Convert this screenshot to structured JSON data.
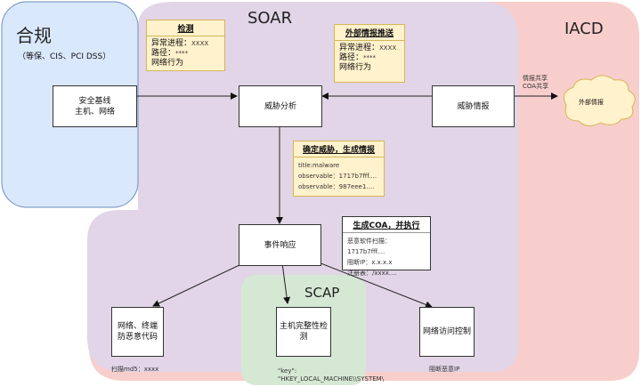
{
  "regions": {
    "compliance": {
      "title": "合规",
      "subtitle": "（等保、CIS、PCI DSS）",
      "color": "#dae8fc"
    },
    "soar": {
      "title": "SOAR",
      "color": "#e1d5e7"
    },
    "iacd": {
      "title": "IACD",
      "color": "#f8cecc"
    },
    "scap": {
      "title": "SCAP",
      "color": "#d5e8d4"
    }
  },
  "nodes": {
    "baseline": {
      "line1": "安全基线",
      "line2": "主机、网络"
    },
    "analysis": {
      "label": "威胁分析"
    },
    "intel": {
      "label": "威胁情报"
    },
    "response": {
      "label": "事件响应"
    },
    "antimalware": {
      "line1": "网络、终端",
      "line2": "防恶意代码"
    },
    "integrity": {
      "line1": "主机完整性检",
      "line2": "测"
    },
    "access": {
      "label": "网络访问控制"
    },
    "external": {
      "label": "外部情报"
    }
  },
  "notes": {
    "detect": {
      "title": "检测",
      "row1_label": "异常进程：",
      "row1_value": "XXXX",
      "row2_label": "路径：",
      "row2_value": "****",
      "row3": "网络行为"
    },
    "external_push": {
      "title": "外部情报推送",
      "row1_label": "异常进程：",
      "row1_value": "XXXX",
      "row2_label": "路径：",
      "row2_value": "****",
      "row3": "网络行为"
    },
    "confirm": {
      "title": "确定威胁，生成情报",
      "rows": [
        "title:malware",
        "observable：1717b7fff....",
        "observable：987eee1...."
      ]
    },
    "coa": {
      "title": "生成COA，并执行",
      "rows": [
        "恶意软件扫描：1717b7fff....",
        "阻断IP：x.x.x.x",
        "注册表：/xxxx...."
      ]
    }
  },
  "edge_labels": {
    "share1": "情报共享",
    "share2": "COA共享"
  },
  "captions": {
    "scan_md5": "扫描md5：xxxx",
    "key_line1": "\"key\":",
    "key_line2": "\"HKEY_LOCAL_MACHINE\\\\SYSTEM\\",
    "block_ip": "阻断恶意IP"
  }
}
